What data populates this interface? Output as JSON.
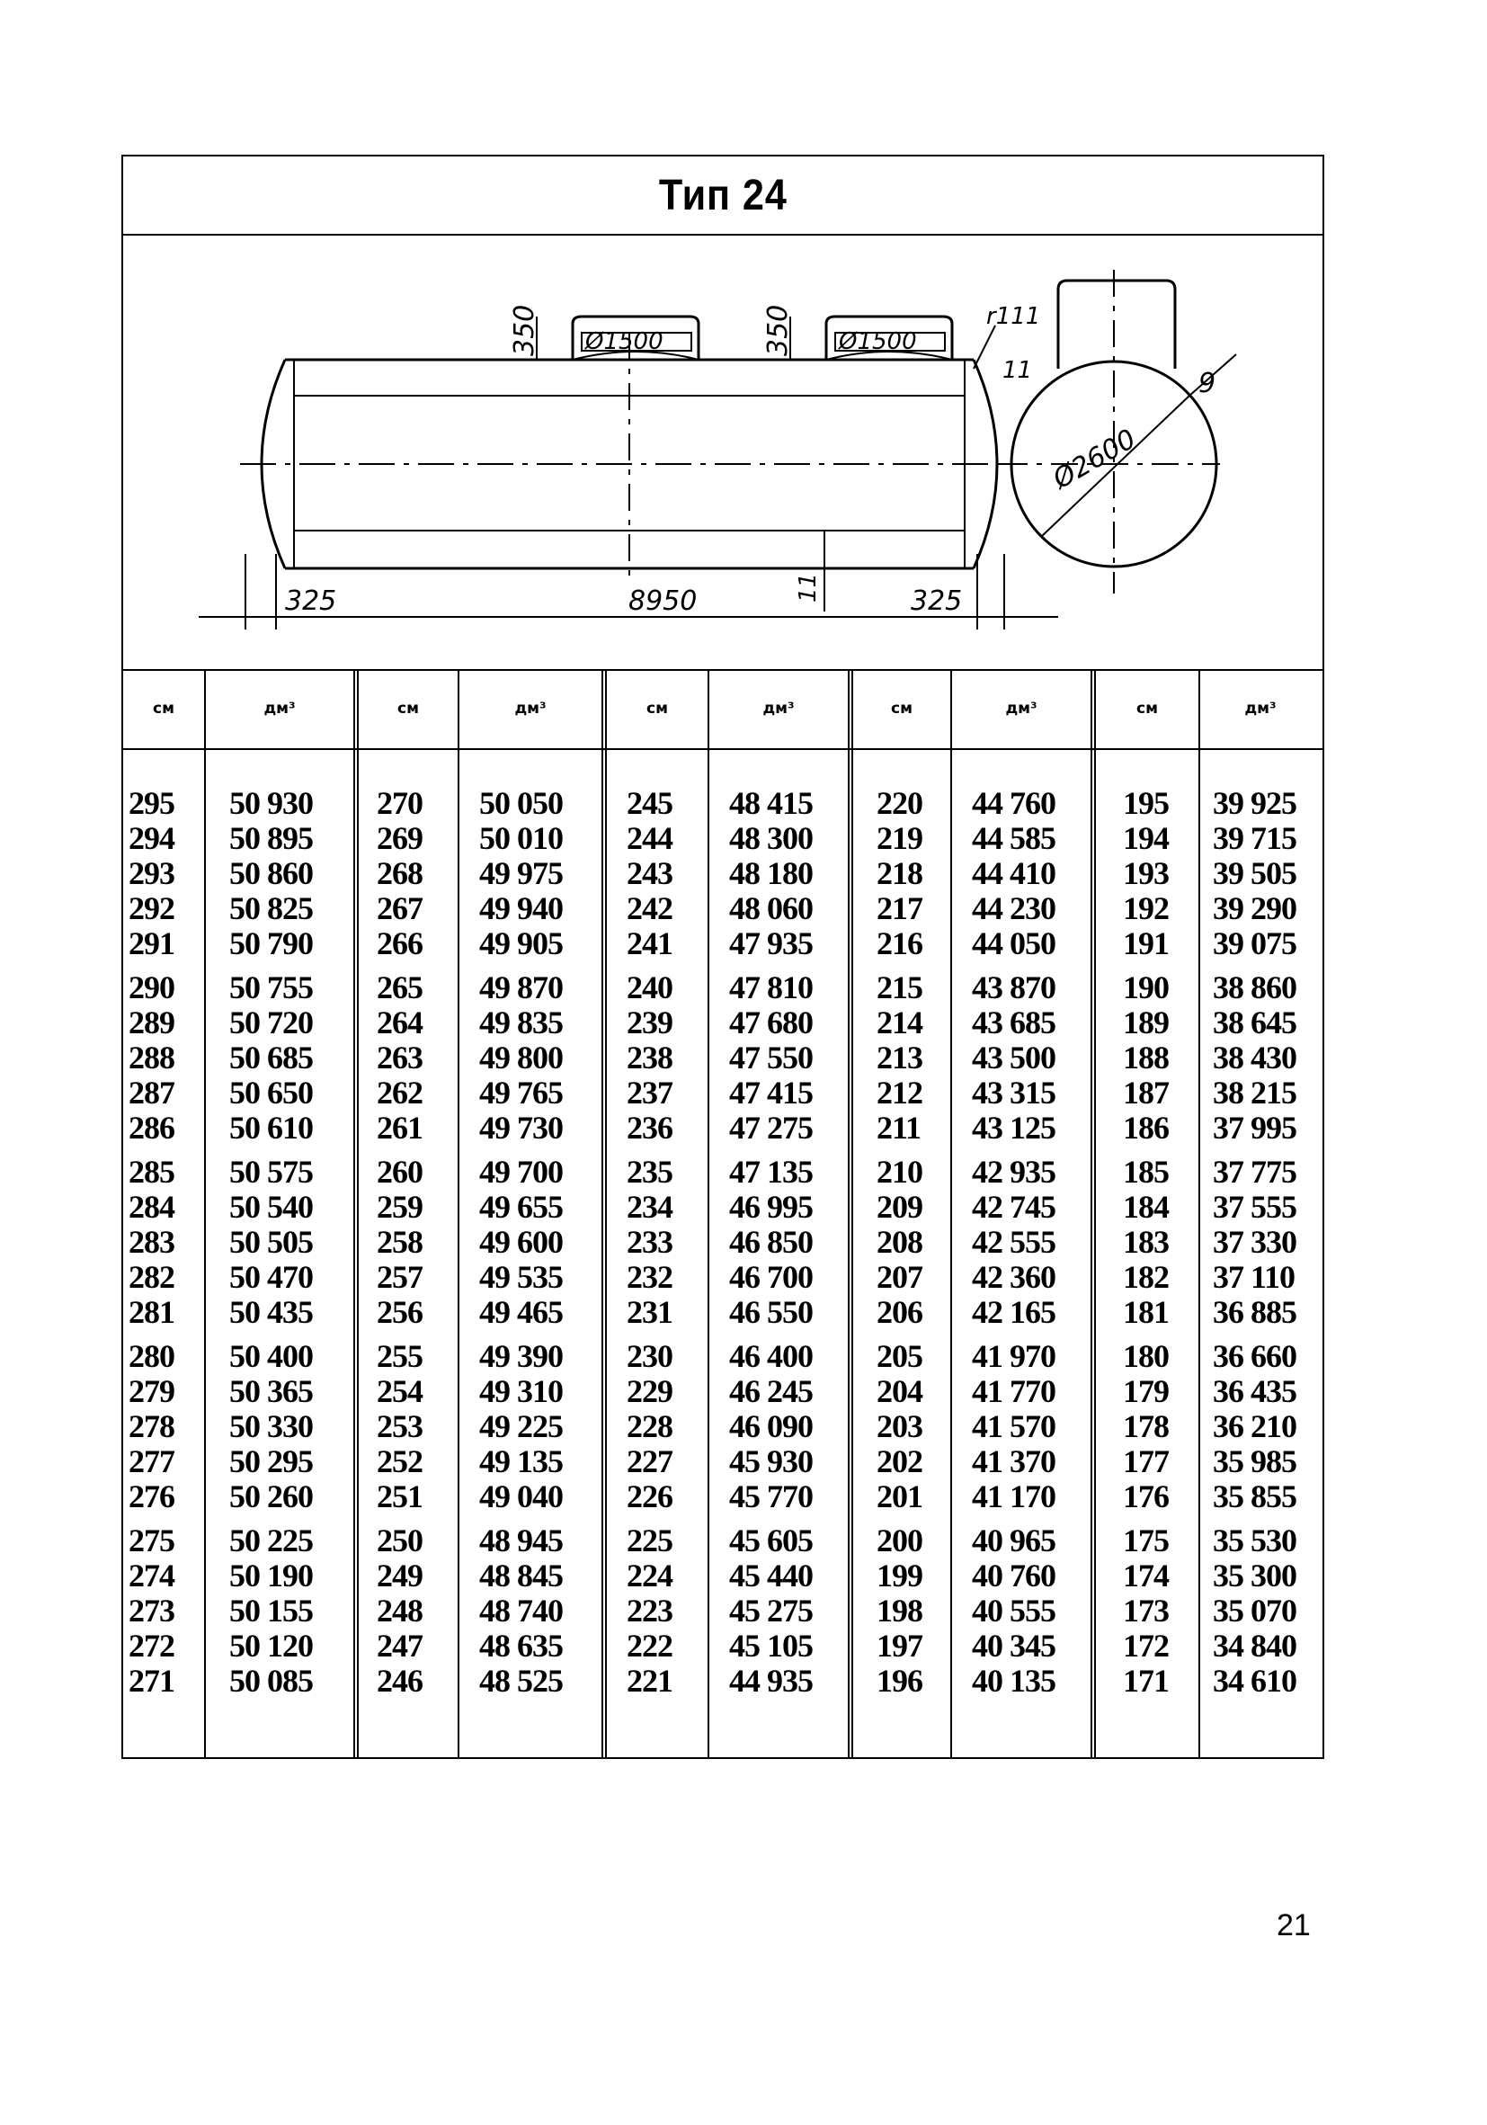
{
  "title": "Тип 24",
  "drawing": {
    "dim_350_left": "350",
    "dim_350_right": "350",
    "hatch_left": "Ø1500",
    "hatch_right": "Ø1500",
    "radius_label": "r111",
    "thickness_label": "11",
    "gap_label": "9",
    "diameter_label": "Ø2600",
    "left_len": "325",
    "mid_len": "8950",
    "right_len": "325",
    "wall_label": "11"
  },
  "table": {
    "header_cm": "см",
    "header_dm": "дм³",
    "groups": [
      {
        "cm": [
          "295",
          "294",
          "293",
          "292",
          "291",
          "290",
          "289",
          "288",
          "287",
          "286",
          "285",
          "284",
          "283",
          "282",
          "281",
          "280",
          "279",
          "278",
          "277",
          "276",
          "275",
          "274",
          "273",
          "272",
          "271"
        ],
        "dm": [
          "50 930",
          "50 895",
          "50 860",
          "50 825",
          "50 790",
          "50 755",
          "50 720",
          "50 685",
          "50 650",
          "50 610",
          "50 575",
          "50 540",
          "50 505",
          "50 470",
          "50 435",
          "50 400",
          "50 365",
          "50 330",
          "50 295",
          "50 260",
          "50 225",
          "50 190",
          "50 155",
          "50 120",
          "50 085"
        ]
      },
      {
        "cm": [
          "270",
          "269",
          "268",
          "267",
          "266",
          "265",
          "264",
          "263",
          "262",
          "261",
          "260",
          "259",
          "258",
          "257",
          "256",
          "255",
          "254",
          "253",
          "252",
          "251",
          "250",
          "249",
          "248",
          "247",
          "246"
        ],
        "dm": [
          "50 050",
          "50 010",
          "49 975",
          "49 940",
          "49 905",
          "49 870",
          "49 835",
          "49 800",
          "49 765",
          "49 730",
          "49 700",
          "49 655",
          "49 600",
          "49 535",
          "49 465",
          "49 390",
          "49 310",
          "49 225",
          "49 135",
          "49 040",
          "48 945",
          "48 845",
          "48 740",
          "48 635",
          "48 525"
        ]
      },
      {
        "cm": [
          "245",
          "244",
          "243",
          "242",
          "241",
          "240",
          "239",
          "238",
          "237",
          "236",
          "235",
          "234",
          "233",
          "232",
          "231",
          "230",
          "229",
          "228",
          "227",
          "226",
          "225",
          "224",
          "223",
          "222",
          "221"
        ],
        "dm": [
          "48 415",
          "48 300",
          "48 180",
          "48 060",
          "47 935",
          "47 810",
          "47 680",
          "47 550",
          "47 415",
          "47 275",
          "47 135",
          "46 995",
          "46 850",
          "46 700",
          "46 550",
          "46 400",
          "46 245",
          "46 090",
          "45 930",
          "45 770",
          "45 605",
          "45 440",
          "45 275",
          "45 105",
          "44 935"
        ]
      },
      {
        "cm": [
          "220",
          "219",
          "218",
          "217",
          "216",
          "215",
          "214",
          "213",
          "212",
          "211",
          "210",
          "209",
          "208",
          "207",
          "206",
          "205",
          "204",
          "203",
          "202",
          "201",
          "200",
          "199",
          "198",
          "197",
          "196"
        ],
        "dm": [
          "44 760",
          "44 585",
          "44 410",
          "44 230",
          "44 050",
          "43 870",
          "43 685",
          "43 500",
          "43 315",
          "43 125",
          "42 935",
          "42 745",
          "42 555",
          "42 360",
          "42 165",
          "41 970",
          "41 770",
          "41 570",
          "41 370",
          "41 170",
          "40 965",
          "40 760",
          "40 555",
          "40 345",
          "40 135"
        ]
      },
      {
        "cm": [
          "195",
          "194",
          "193",
          "192",
          "191",
          "190",
          "189",
          "188",
          "187",
          "186",
          "185",
          "184",
          "183",
          "182",
          "181",
          "180",
          "179",
          "178",
          "177",
          "176",
          "175",
          "174",
          "173",
          "172",
          "171"
        ],
        "dm": [
          "39 925",
          "39 715",
          "39 505",
          "39 290",
          "39 075",
          "38 860",
          "38 645",
          "38 430",
          "38 215",
          "37 995",
          "37 775",
          "37 555",
          "37 330",
          "37 110",
          "36 885",
          "36 660",
          "36 435",
          "36 210",
          "35 985",
          "35 855",
          "35 530",
          "35 300",
          "35 070",
          "34 840",
          "34 610"
        ]
      }
    ]
  },
  "page_number": "21"
}
